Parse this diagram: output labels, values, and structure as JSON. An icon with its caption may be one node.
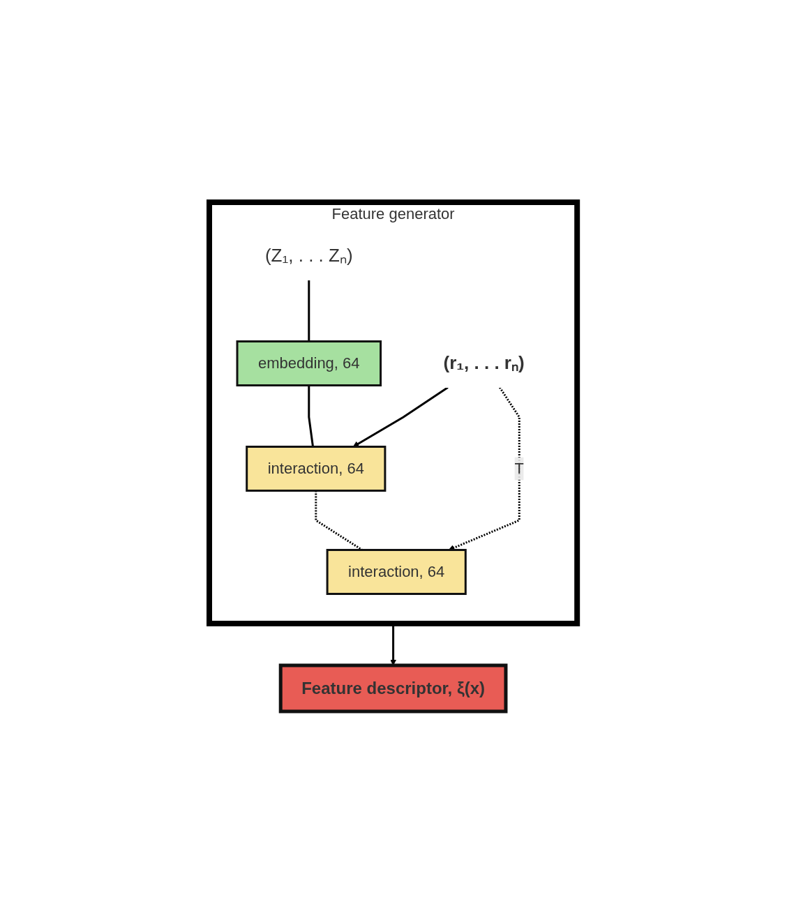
{
  "diagram": {
    "nodes": [
      {
        "text": [
          "Feature generator"
        ]
      },
      {
        "text": [
          "(Z₁, . . . Zₙ)"
        ],
        "in": 0
      },
      {
        "text": [
          "(r₁, . . . rₙ)"
        ],
        "in": 0
      },
      {
        "text": [
          "embedding, 64"
        ],
        "in": 0
      },
      {
        "text": [
          "interaction, 64"
        ],
        "in": 0
      },
      {
        "text": [
          "interaction, 64"
        ],
        "in": 0
      },
      {
        "text": [
          "Feature descriptor, ξ(x)"
        ]
      }
    ],
    "edges": [
      {
        "from": 1,
        "to": 3,
        "arrow": "none"
      },
      {
        "from": 3,
        "to": 4,
        "arrow": "none"
      },
      {
        "from": 2,
        "to": 4,
        "arrow": "to"
      },
      {
        "from": 4,
        "to": 5,
        "arrow": "none",
        "style": "dashed"
      },
      {
        "from": 2,
        "to": 5,
        "arrow": "to",
        "style": "dashed",
        "label": "T"
      },
      {
        "from": 0,
        "to": 6,
        "arrow": "to"
      }
    ]
  }
}
